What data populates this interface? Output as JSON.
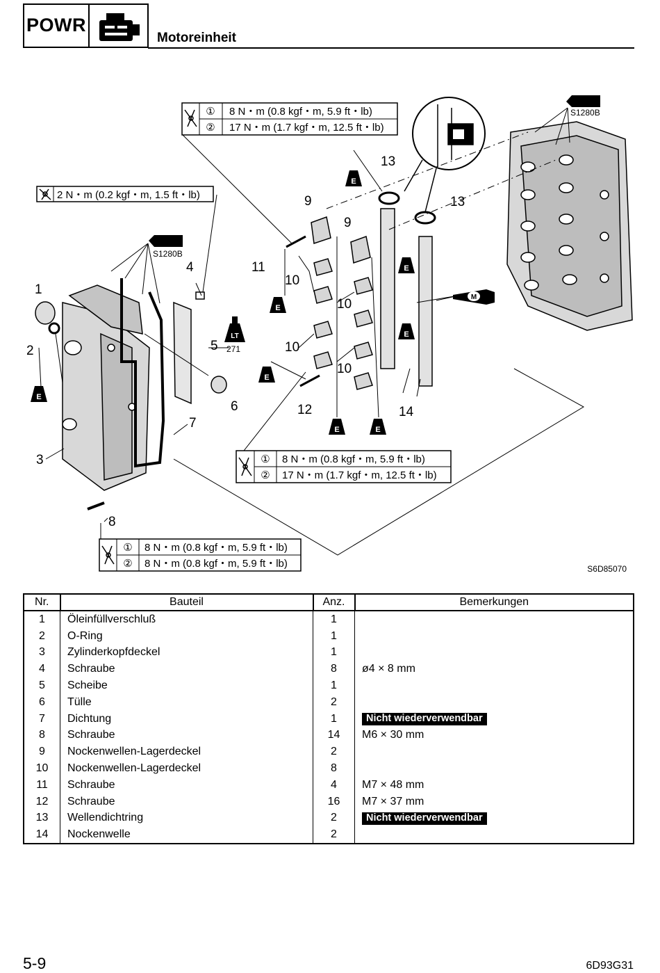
{
  "header": {
    "section_code": "POWR",
    "section_icon": "engine-block-icon",
    "title": "Motoreinheit"
  },
  "diagram": {
    "figure_code": "S6D85070",
    "sealant_label": "S1280B",
    "threadlock_code": "271",
    "threadlock_badge": "LT",
    "oil_mark": "E",
    "grease_mark": "M",
    "torque_top": {
      "rows": [
        {
          "step": "①",
          "value": "8 N・m (0.8 kgf・m, 5.9 ft・lb)"
        },
        {
          "step": "②",
          "value": "17 N・m (1.7 kgf・m, 12.5 ft・lb)"
        }
      ]
    },
    "torque_left": {
      "value": "2 N・m (0.2 kgf・m, 1.5 ft・lb)"
    },
    "torque_mid": {
      "rows": [
        {
          "step": "①",
          "value": "8 N・m (0.8 kgf・m, 5.9 ft・lb)"
        },
        {
          "step": "②",
          "value": "17 N・m (1.7 kgf・m, 12.5 ft・lb)"
        }
      ]
    },
    "torque_bottom": {
      "rows": [
        {
          "step": "①",
          "value": "8 N・m (0.8 kgf・m, 5.9 ft・lb)"
        },
        {
          "step": "②",
          "value": "8 N・m (0.8 kgf・m, 5.9 ft・lb)"
        }
      ]
    },
    "callouts": [
      "1",
      "2",
      "3",
      "4",
      "5",
      "6",
      "7",
      "8",
      "9",
      "9",
      "10",
      "10",
      "10",
      "10",
      "11",
      "12",
      "13",
      "13",
      "14"
    ]
  },
  "table": {
    "headers": [
      "Nr.",
      "Bauteil",
      "Anz.",
      "Bemerkungen"
    ],
    "rows": [
      {
        "nr": "1",
        "part": "Öleinfüllverschluß",
        "qty": "1",
        "remark": "",
        "badge": ""
      },
      {
        "nr": "2",
        "part": "O-Ring",
        "qty": "1",
        "remark": "",
        "badge": ""
      },
      {
        "nr": "3",
        "part": "Zylinderkopfdeckel",
        "qty": "1",
        "remark": "",
        "badge": ""
      },
      {
        "nr": "4",
        "part": "Schraube",
        "qty": "8",
        "remark": "ø4 × 8 mm",
        "badge": ""
      },
      {
        "nr": "5",
        "part": "Scheibe",
        "qty": "1",
        "remark": "",
        "badge": ""
      },
      {
        "nr": "6",
        "part": "Tülle",
        "qty": "2",
        "remark": "",
        "badge": ""
      },
      {
        "nr": "7",
        "part": "Dichtung",
        "qty": "1",
        "remark": "",
        "badge": "Nicht wiederverwendbar"
      },
      {
        "nr": "8",
        "part": "Schraube",
        "qty": "14",
        "remark": "M6 × 30 mm",
        "badge": ""
      },
      {
        "nr": "9",
        "part": "Nockenwellen-Lagerdeckel",
        "qty": "2",
        "remark": "",
        "badge": ""
      },
      {
        "nr": "10",
        "part": "Nockenwellen-Lagerdeckel",
        "qty": "8",
        "remark": "",
        "badge": ""
      },
      {
        "nr": "11",
        "part": "Schraube",
        "qty": "4",
        "remark": "M7 × 48 mm",
        "badge": ""
      },
      {
        "nr": "12",
        "part": "Schraube",
        "qty": "16",
        "remark": "M7 × 37 mm",
        "badge": ""
      },
      {
        "nr": "13",
        "part": "Wellendichtring",
        "qty": "2",
        "remark": "",
        "badge": "Nicht wiederverwendbar"
      },
      {
        "nr": "14",
        "part": "Nockenwelle",
        "qty": "2",
        "remark": "",
        "badge": ""
      }
    ]
  },
  "footer": {
    "page_number": "5-9",
    "doc_code": "6D93G31"
  }
}
